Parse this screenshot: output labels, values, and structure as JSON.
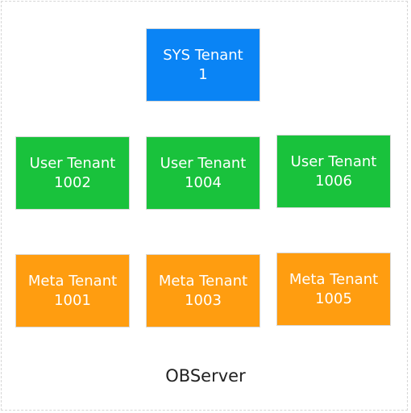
{
  "server_label": "OBServer",
  "colors": {
    "sys": "#0a84f5",
    "user": "#19c23c",
    "meta": "#ff9d10"
  },
  "tenants": {
    "sys": {
      "name": "SYS Tenant",
      "id": "1"
    },
    "user": [
      {
        "name": "User Tenant",
        "id": "1002"
      },
      {
        "name": "User Tenant",
        "id": "1004"
      },
      {
        "name": "User Tenant",
        "id": "1006"
      }
    ],
    "meta": [
      {
        "name": "Meta Tenant",
        "id": "1001"
      },
      {
        "name": "Meta Tenant",
        "id": "1003"
      },
      {
        "name": "Meta Tenant",
        "id": "1005"
      }
    ]
  }
}
